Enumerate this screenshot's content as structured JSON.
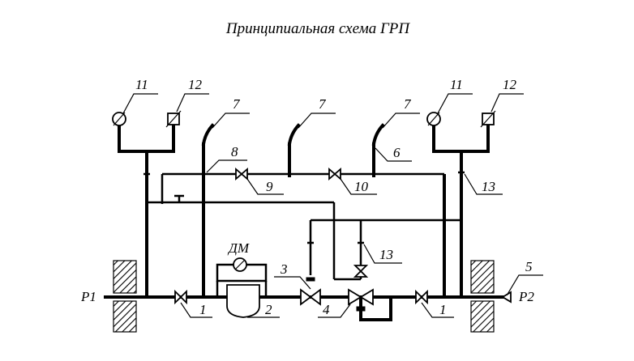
{
  "title": "Принципиальная схема ГРП",
  "inlet_label": "Р1",
  "outlet_label": "Р2",
  "dm_label": "ДМ",
  "callouts": {
    "c1_left": "1",
    "c1_right": "1",
    "c2": "2",
    "c3": "3",
    "c4": "4",
    "c5": "5",
    "c6": "6",
    "c7_left": "7",
    "c7_mid": "7",
    "c7_right": "7",
    "c8": "8",
    "c9": "9",
    "c10": "10",
    "c11_left": "11",
    "c11_right": "11",
    "c12_left": "12",
    "c12_right": "12",
    "c13_lower": "13",
    "c13_right": "13"
  }
}
